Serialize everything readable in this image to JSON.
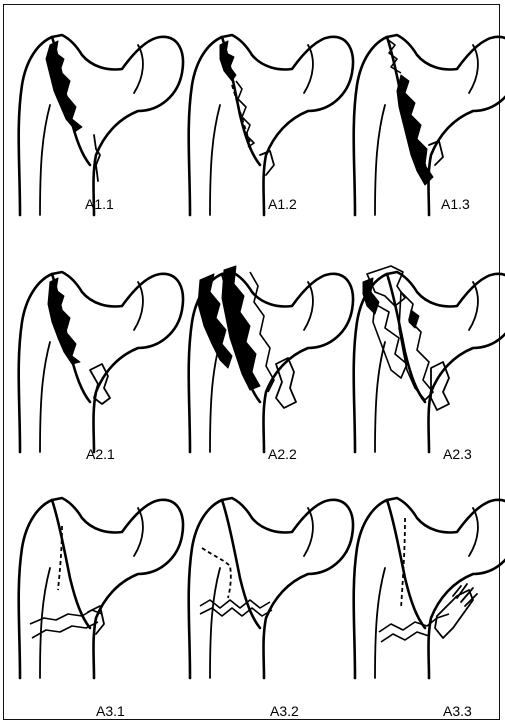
{
  "panels": [
    {
      "id": "A1.1",
      "label": "A1.1"
    },
    {
      "id": "A1.2",
      "label": "A1.2"
    },
    {
      "id": "A1.3",
      "label": "A1.3"
    },
    {
      "id": "A2.1",
      "label": "A2.1"
    },
    {
      "id": "A2.2",
      "label": "A2.2"
    },
    {
      "id": "A2.3",
      "label": "A2.3"
    },
    {
      "id": "A3.1",
      "label": "A3.1"
    },
    {
      "id": "A3.2",
      "label": "A3.2"
    },
    {
      "id": "A3.3",
      "label": "A3.3"
    }
  ]
}
